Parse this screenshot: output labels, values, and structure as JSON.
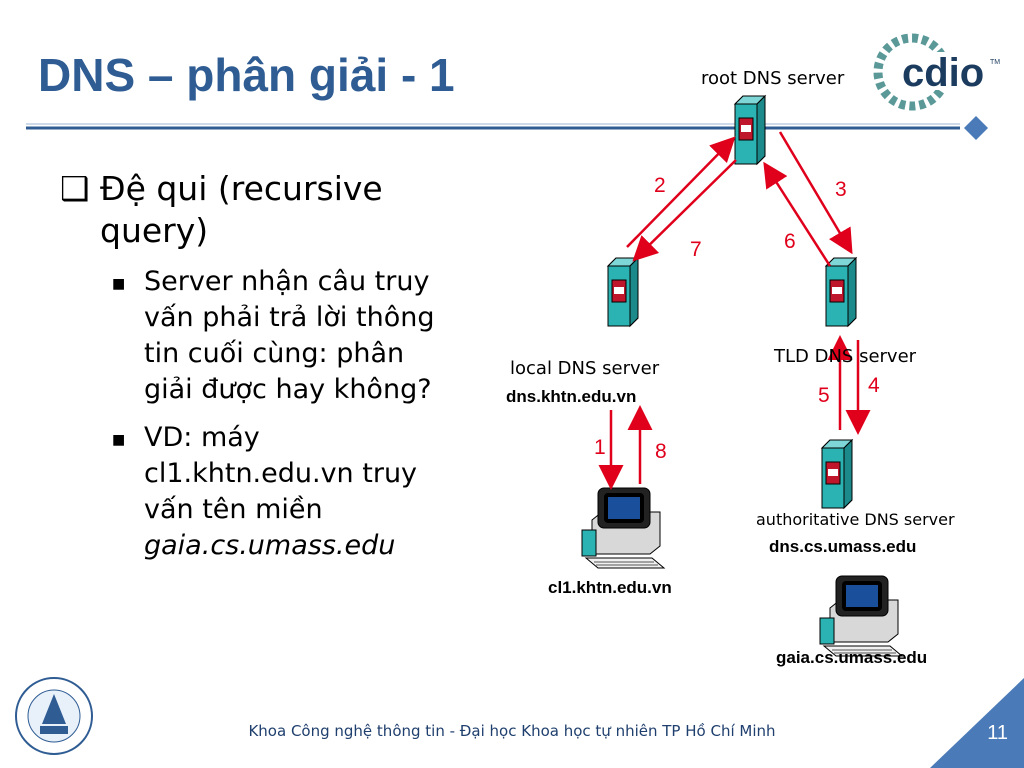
{
  "title": "DNS – phân giải - 1",
  "logo_text": "cdio",
  "bullets": {
    "main": "Đệ qui (recursive query)",
    "sub1": "Server nhận câu truy vấn phải trả lời thông tin cuối cùng: phân giải được hay không?",
    "sub2_prefix": "VD: máy cl1.khtn.edu.vn truy vấn tên miền",
    "sub2_italic": "gaia.cs.umass.edu"
  },
  "diagram": {
    "root_label": "root DNS server",
    "local_label": "local DNS server",
    "local_name": "dns.khtn.edu.vn",
    "tld_label": "TLD DNS server",
    "auth_label": "authoritative DNS server",
    "auth_name": "dns.cs.umass.edu",
    "client_name": "cl1.khtn.edu.vn",
    "target_name": "gaia.cs.umass.edu",
    "steps": [
      "1",
      "2",
      "3",
      "4",
      "5",
      "6",
      "7",
      "8"
    ]
  },
  "footer": "Khoa Công nghệ thông tin - Đại học Khoa học tự nhiên TP Hồ Chí Minh",
  "page_number": "11",
  "colors": {
    "title": "#2e5c93",
    "arrow": "#e0001b",
    "server": "#2bb3b3",
    "accent": "#4a7ab8"
  }
}
